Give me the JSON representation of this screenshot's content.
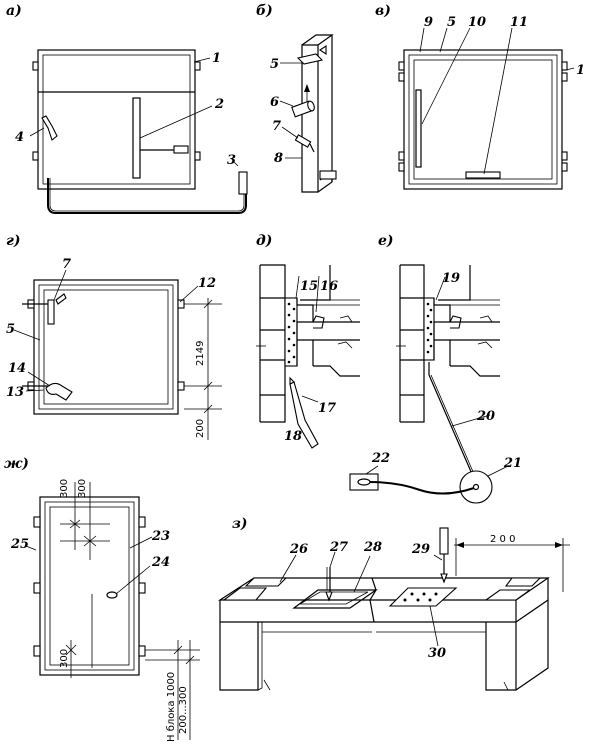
{
  "panels": {
    "a": "а)",
    "b": "б)",
    "v": "в)",
    "g": "г)",
    "d": "д)",
    "e": "е)",
    "zh": "ж)",
    "z": "з)"
  },
  "callouts": {
    "n1": "1",
    "n1v": "1",
    "n2": "2",
    "n3": "3",
    "n4": "4",
    "n5": "5",
    "n5v": "5",
    "n5g": "5",
    "n6": "6",
    "n7": "7",
    "n7g": "7",
    "n8": "8",
    "n9": "9",
    "n10": "10",
    "n11": "11",
    "n12": "12",
    "n13": "13",
    "n14": "14",
    "n15": "15",
    "n16": "16",
    "n17": "17",
    "n18": "18",
    "n19": "19",
    "n20": "20",
    "n21": "21",
    "n22": "22",
    "n23": "23",
    "n24": "24",
    "n25": "25",
    "n26": "26",
    "n27": "27",
    "n28": "28",
    "n29": "29",
    "n30": "30"
  },
  "dimensions": {
    "g_vertical": "2149",
    "g_bottom": "200",
    "zh_top_1": "300",
    "zh_top_2": "300",
    "zh_bottom": "300",
    "zh_block": "Н блока 1000",
    "zh_range": "200...300",
    "z_top": "2 0 0"
  }
}
